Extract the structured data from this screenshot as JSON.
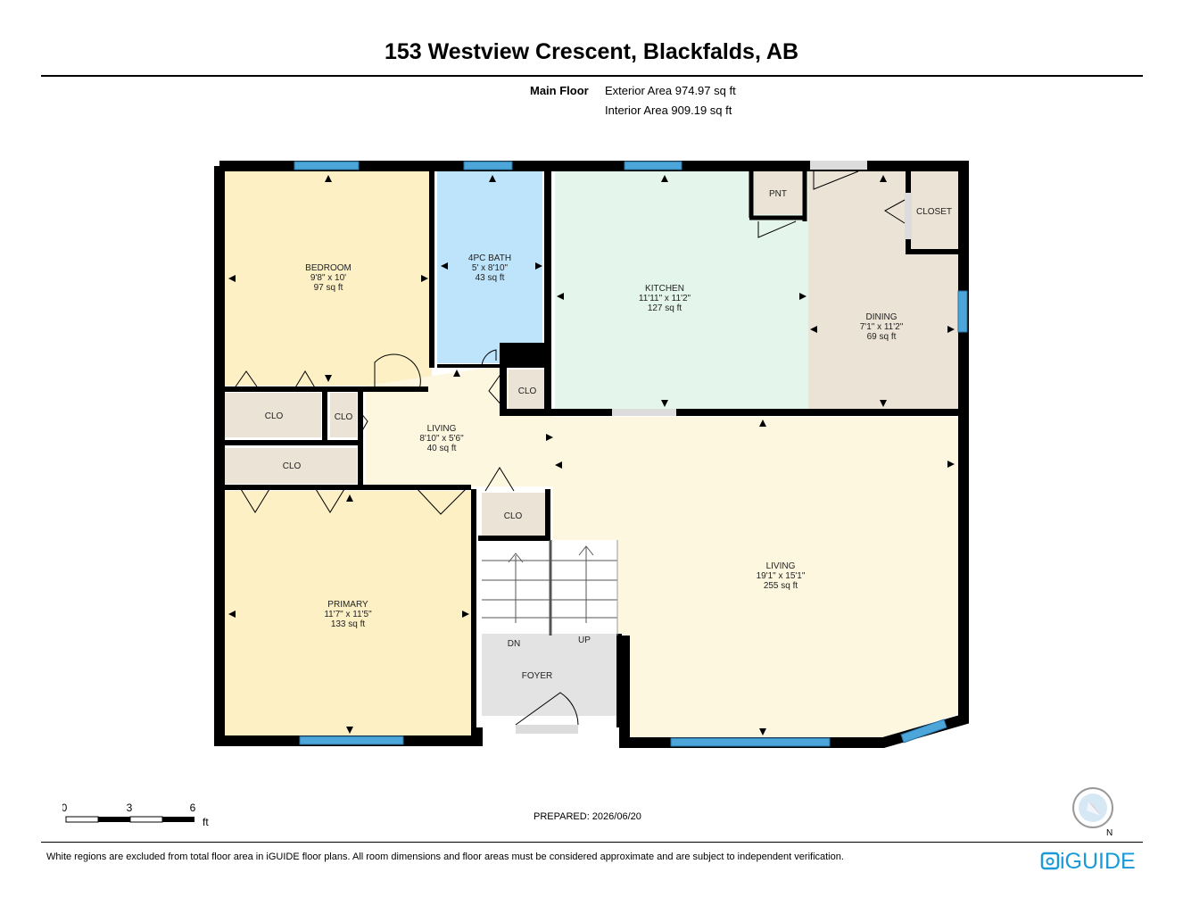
{
  "header": {
    "title": "153 Westview Crescent, Blackfalds, AB",
    "floor_name": "Main Floor",
    "exterior_area": "Exterior Area 974.97 sq ft",
    "interior_area": "Interior Area 909.19 sq ft"
  },
  "rooms": {
    "bedroom": {
      "name": "BEDROOM",
      "dims": "9'8\" x 10'",
      "area": "97 sq ft"
    },
    "bath": {
      "name": "4PC BATH",
      "dims": "5' x 8'10\"",
      "area": "43 sq ft"
    },
    "kitchen": {
      "name": "KITCHEN",
      "dims": "11'11\" x 11'2\"",
      "area": "127 sq ft"
    },
    "dining": {
      "name": "DINING",
      "dims": "7'1\" x 11'2\"",
      "area": "69 sq ft"
    },
    "living_small": {
      "name": "LIVING",
      "dims": "8'10\" x 5'6\"",
      "area": "40 sq ft"
    },
    "living_main": {
      "name": "LIVING",
      "dims": "19'1\" x 15'1\"",
      "area": "255 sq ft"
    },
    "primary": {
      "name": "PRIMARY",
      "dims": "11'7\" x 11'5\"",
      "area": "133 sq ft"
    },
    "foyer": {
      "name": "FOYER"
    }
  },
  "labels": {
    "pnt": "PNT",
    "closet": "CLOSET",
    "clo": "CLO",
    "stairs_down": "DN",
    "stairs_up": "UP"
  },
  "scale": {
    "ticks": [
      "0",
      "3",
      "6"
    ],
    "unit": "ft"
  },
  "footer": {
    "prepared": "PREPARED: 2026/06/20",
    "disclaimer": "White regions are excluded from total floor area in iGUIDE floor plans. All room dimensions and floor areas must be considered approximate and are subject to independent verification.",
    "brand": "iGUIDE",
    "compass_letter": "N"
  },
  "colors": {
    "wall": "#000000",
    "window": "#4ca6d9",
    "bedroom": "#fcf0c4",
    "bath": "#bde4fb",
    "kitchen": "#e4f5ec",
    "dining": "#ebe3d6",
    "living": "#fdf7e0",
    "closet": "#ebe3d6",
    "foyer": "#e3e3e3",
    "brand": "#1a9ad6"
  }
}
